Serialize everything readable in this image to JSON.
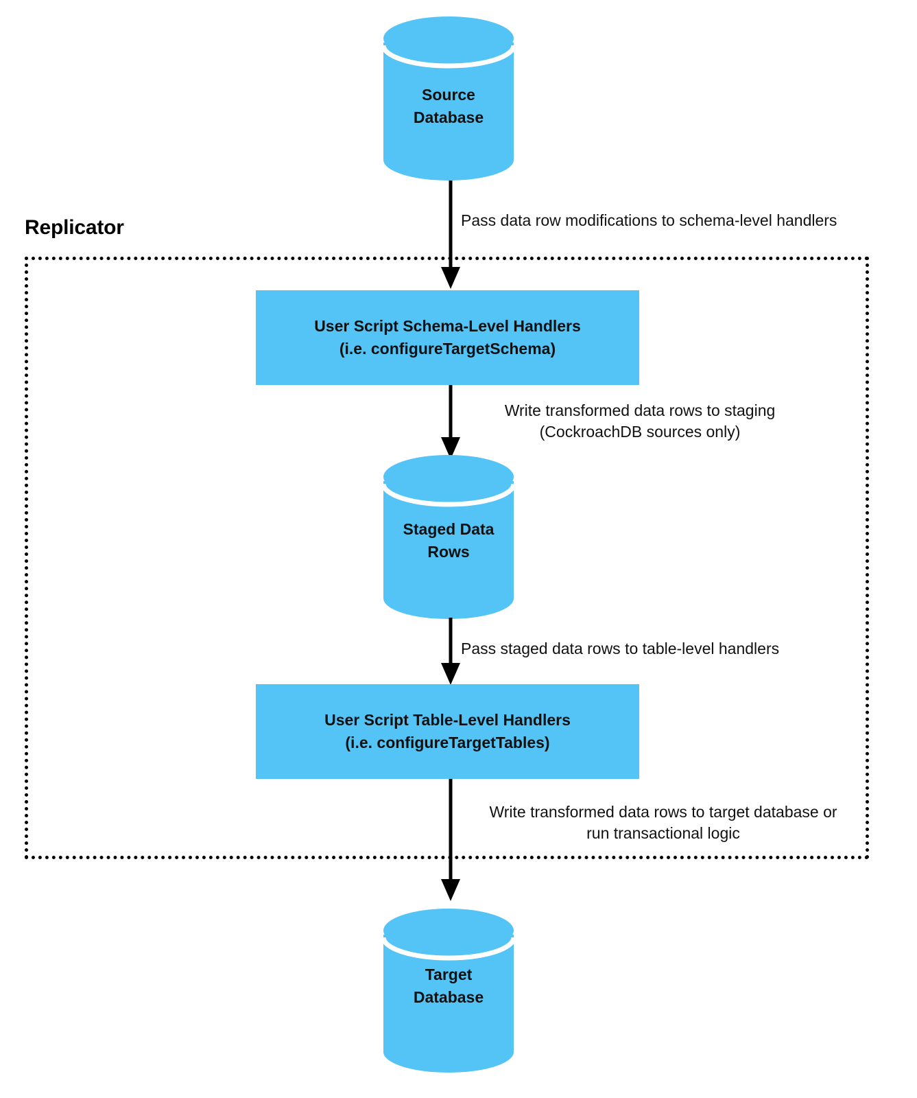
{
  "diagram": {
    "title": "Replicator",
    "accent_color": "#54c3f5",
    "stroke_color": "#000000",
    "text_color": "#111111",
    "boundary": {
      "label": "Replicator",
      "style": "dotted"
    },
    "nodes": [
      {
        "id": "source-database",
        "type": "cylinder",
        "label": "Source\nDatabase"
      },
      {
        "id": "schema-level-handlers",
        "type": "rectangle",
        "label": "User Script Schema-Level Handlers\n(i.e. configureTargetSchema)"
      },
      {
        "id": "staged-data-rows",
        "type": "cylinder",
        "label": "Staged Data\nRows"
      },
      {
        "id": "table-level-handlers",
        "type": "rectangle",
        "label": "User Script Table-Level Handlers\n(i.e. configureTargetTables)"
      },
      {
        "id": "target-database",
        "type": "cylinder",
        "label": "Target\nDatabase"
      }
    ],
    "edges": [
      {
        "id": "edge-source-to-schema",
        "from": "source-database",
        "to": "schema-level-handlers",
        "label": "Pass data row modifications to schema-level handlers"
      },
      {
        "id": "edge-schema-to-staged",
        "from": "schema-level-handlers",
        "to": "staged-data-rows",
        "label": "Write transformed data rows to staging\n(CockroachDB sources only)"
      },
      {
        "id": "edge-staged-to-table",
        "from": "staged-data-rows",
        "to": "table-level-handlers",
        "label": "Pass staged data rows to table-level handlers"
      },
      {
        "id": "edge-table-to-target",
        "from": "table-level-handlers",
        "to": "target-database",
        "label": "Write transformed data rows to target database or\nrun transactional logic"
      }
    ]
  }
}
